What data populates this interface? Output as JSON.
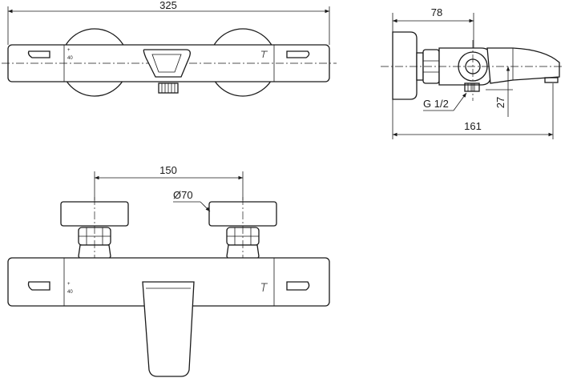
{
  "dimensions": {
    "overall_width": "325",
    "side_depth": "78",
    "connection_thread": "G 1/2",
    "outlet_height": "27",
    "side_total_depth": "161",
    "connection_spacing": "150",
    "handle_diameter": "Ø70"
  },
  "markings": {
    "temp_scale_top": "+",
    "temp_scale_bottom": "40"
  },
  "colors": {
    "line": "#1a1a1a",
    "background": "#ffffff"
  }
}
